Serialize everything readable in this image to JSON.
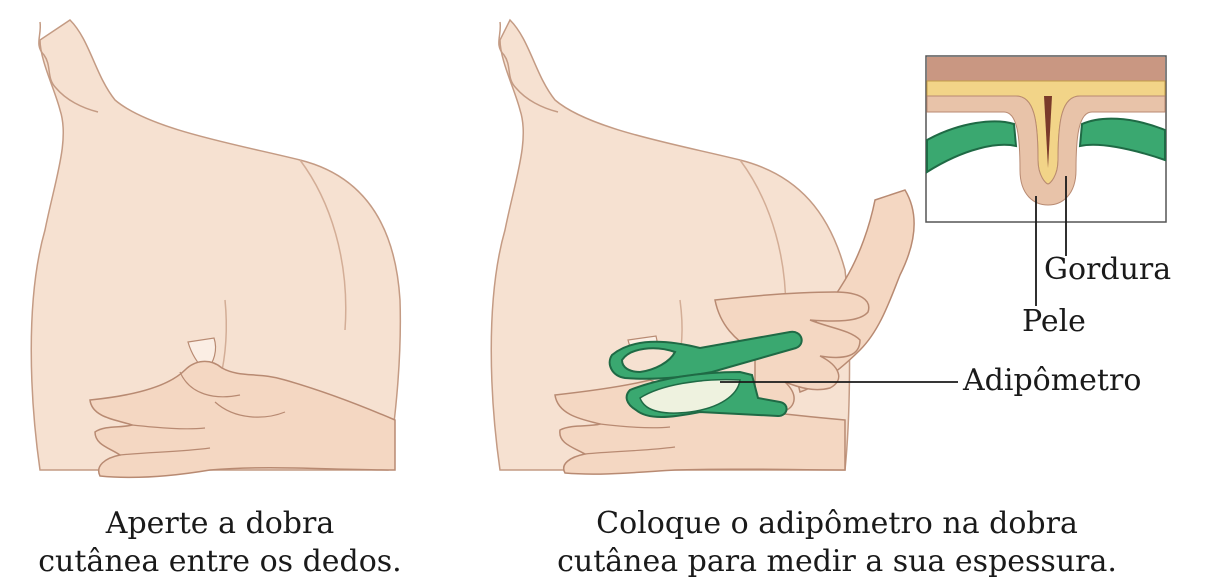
{
  "panels": {
    "left": {
      "caption_line1": "Aperte a dobra",
      "caption_line2": "cutânea entre os dedos."
    },
    "right": {
      "caption_line1": "Coloque o adipômetro na dobra",
      "caption_line2": "cutânea para medir a sua espessura."
    }
  },
  "labels": {
    "fat": "Gordura",
    "skin": "Pele",
    "caliper": "Adipômetro"
  },
  "colors": {
    "skin": "#f6e1d1",
    "skin_shadow": "#e7c4ad",
    "outline": "#b88a72",
    "caliper": "#3aa870",
    "caliper_dark": "#1f6a45",
    "fat": "#f2d488",
    "inset_top": "#c99782",
    "leader": "#1a1a1a"
  }
}
